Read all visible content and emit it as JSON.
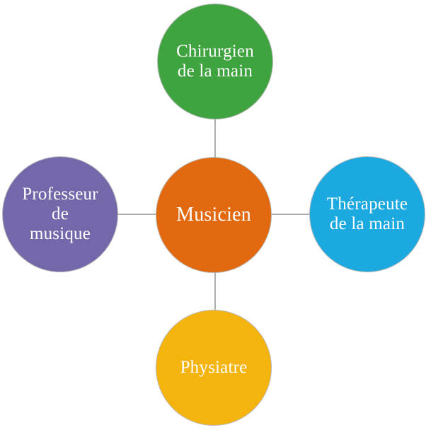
{
  "diagram": {
    "type": "radial-hub-diagram",
    "background_color": "#ffffff",
    "connector_color": "#adadad",
    "text_color": "#ffffff",
    "node_border_color": "#b8b8b8",
    "nodes": [
      {
        "id": "center",
        "label": "Musicien",
        "color": "#e2690f"
      },
      {
        "id": "top",
        "label": "Chirurgien\nde la main",
        "color": "#3fa43f"
      },
      {
        "id": "right",
        "label": "Thérapeute\nde la main",
        "color": "#1ca9e0"
      },
      {
        "id": "bottom",
        "label": "Physiatre",
        "color": "#f4b40d"
      },
      {
        "id": "left",
        "label": "Professeur\nde\nmusique",
        "color": "#7468aa"
      }
    ]
  }
}
